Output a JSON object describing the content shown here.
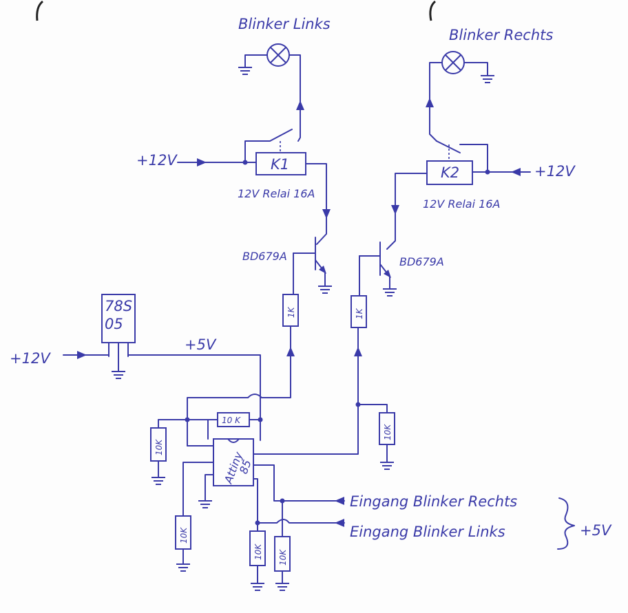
{
  "labels": {
    "blinker_links": "Blinker Links",
    "blinker_rechts": "Blinker Rechts",
    "plus12v_left": "+12V",
    "plus12v_right": "+12V",
    "plus12v_input": "+12V",
    "k1": "K1",
    "k2": "K2",
    "relay1": "12V Relai 16A",
    "relay2": "12V Relai 16A",
    "transistor1": "BD679A",
    "transistor2": "BD679A",
    "reg_line1": "78S",
    "reg_line2": "05",
    "plus5v": "+5V",
    "r_base1": "1K",
    "r_base2": "1K",
    "r_10k_top": "10 K",
    "r_10k_left": "10K",
    "r_10k_right": "10K",
    "r_10k_bot1": "10K",
    "r_10k_bot2": "10K",
    "r_10k_bot3": "10K",
    "mcu_line1": "Attiny",
    "mcu_line2": "85",
    "input_rechts": "Eingang Blinker Rechts",
    "input_links": "Eingang Blinker Links",
    "inputs_supply": "+5V"
  }
}
